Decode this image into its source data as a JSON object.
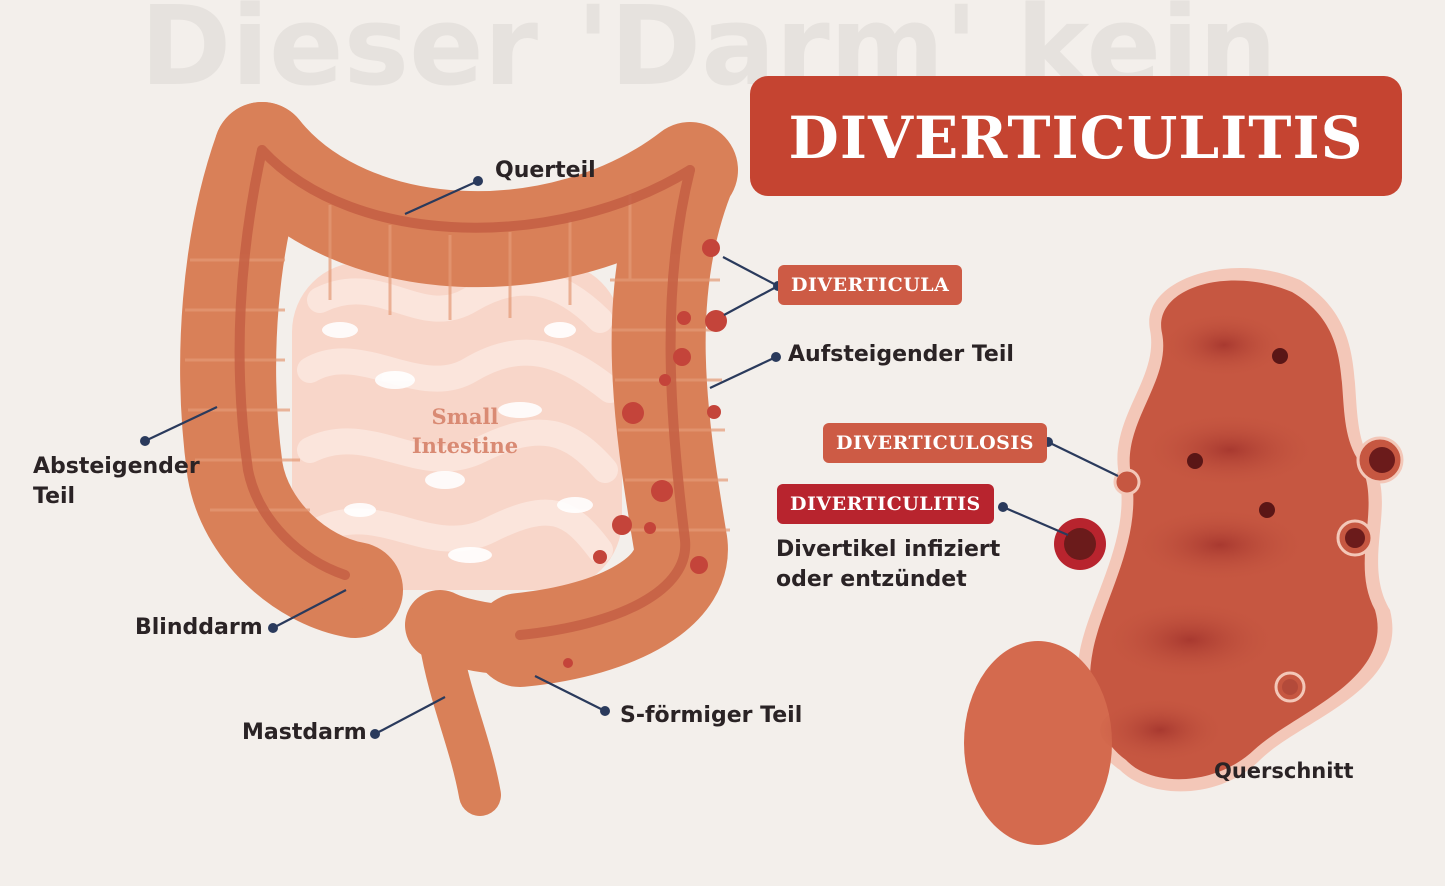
{
  "title": "DIVERTICULITIS",
  "colors": {
    "background": "#f3efeb",
    "title_bg": "#c54431",
    "pill_bg": "#cd5b45",
    "pill_alert_bg": "#b8242e",
    "colon": "#d98058",
    "colon_dark": "#c45f44",
    "small_intestine": "#f8d6c9",
    "cross_section": "#c65741",
    "text": "#2a2325"
  },
  "small_intestine_label": "Small\nIntestine",
  "labels": {
    "querteil": "Querteil",
    "diverticula": "DIVERTICULA",
    "aufsteigender": "Aufsteigender Teil",
    "absteigender": "Absteigender\nTeil",
    "blinddarm": "Blinddarm",
    "mastdarm": "Mastdarm",
    "s_foermig": "S-förmiger Teil",
    "diverticulosis": "DIVERTICULOSIS",
    "diverticulitis": "DIVERTICULITIS",
    "infiziert": "Divertikel infiziert\noder entzündet",
    "querschnitt": "Querschnitt"
  }
}
